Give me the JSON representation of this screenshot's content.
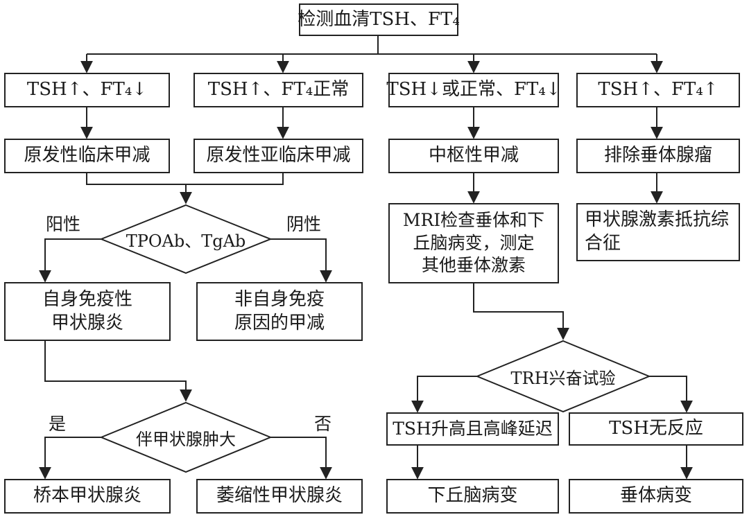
{
  "root": {
    "text": "检测血清TSH、FT₄"
  },
  "branches": [
    {
      "condition": "TSH↑、FT₄↓",
      "diagnosis": "原发性临床甲减"
    },
    {
      "condition": "TSH↑、FT₄正常",
      "diagnosis": "原发性亚临床甲减"
    },
    {
      "condition": "TSH↓或正常、FT₄↓",
      "diagnosis": "中枢性甲减"
    },
    {
      "condition": "TSH↑、FT₄↑",
      "diagnosis": "排除垂体腺瘤"
    }
  ],
  "antibody_test": {
    "question": "TPOAb、TgAb",
    "positive_label": "阳性",
    "negative_label": "阴性",
    "positive_result": "自身免疫性\n甲状腺炎",
    "negative_result": "非自身免疫\n原因的甲减"
  },
  "goiter_test": {
    "question": "伴甲状腺肿大",
    "yes_label": "是",
    "no_label": "否",
    "yes_result": "桥本甲状腺炎",
    "no_result": "萎缩性甲状腺炎"
  },
  "mri": {
    "text": "MRI检查垂体和下\n丘脑病变，测定\n其他垂体激素"
  },
  "resistance": {
    "text": "甲状腺激素抵抗综\n合征"
  },
  "trh_test": {
    "question": "TRH兴奋试验",
    "left_result": "TSH升高且高峰延迟",
    "right_result": "TSH无反应",
    "left_final": "下丘脑病变",
    "right_final": "垂体病变"
  }
}
